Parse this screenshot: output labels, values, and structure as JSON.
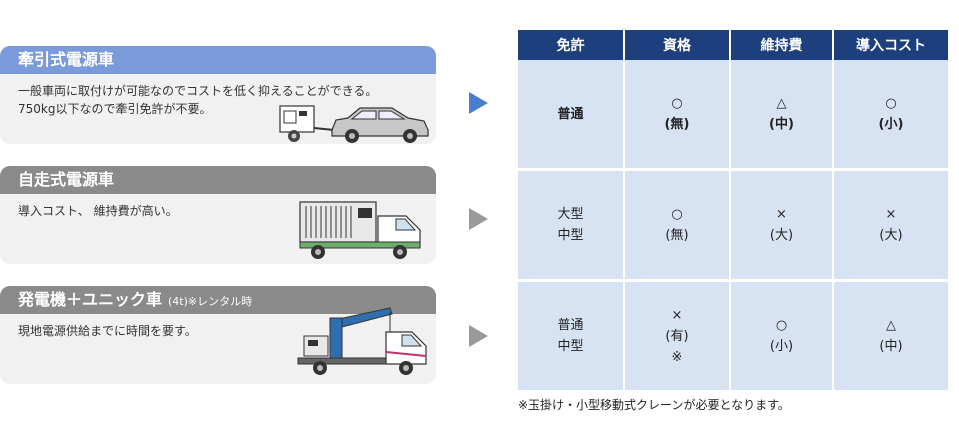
{
  "cards": [
    {
      "title": "牽引式電源車",
      "subtitle": "",
      "lines": [
        "一般車両に取付けが可能なのでコストを低く抑えることができる。",
        "750kg以下なので牽引免許が不要。"
      ],
      "illustration": "trailer-generator-car-icon"
    },
    {
      "title": "自走式電源車",
      "subtitle": "",
      "lines": [
        "導入コスト、 維持費が高い。"
      ],
      "illustration": "generator-truck-icon"
    },
    {
      "title": "発電機＋ユニック車",
      "subtitle": "(4t)※レンタル時",
      "lines": [
        "現地電源供給までに時間を要す。"
      ],
      "illustration": "crane-truck-icon"
    }
  ],
  "colors": {
    "blue_header": "#7b9ad9",
    "gray_header": "#8a8a8a",
    "table_header": "#1d3f7e",
    "table_cell": "#d7e2f3",
    "arrow_blue": "#4a7fd0",
    "arrow_gray": "#9a9a9a"
  },
  "table": {
    "headers": [
      "免許",
      "資格",
      "維持費",
      "導入コスト"
    ],
    "rows": [
      [
        "普通",
        "○\n(無)",
        "△\n(中)",
        "○\n(小)"
      ],
      [
        "大型\n中型",
        "○\n(無)",
        "×\n(大)",
        "×\n(大)"
      ],
      [
        "普通\n中型",
        "×\n(有)\n※",
        "○\n(小)",
        "△\n(中)"
      ]
    ]
  },
  "note": "※玉掛け・小型移動式クレーンが必要となります。"
}
